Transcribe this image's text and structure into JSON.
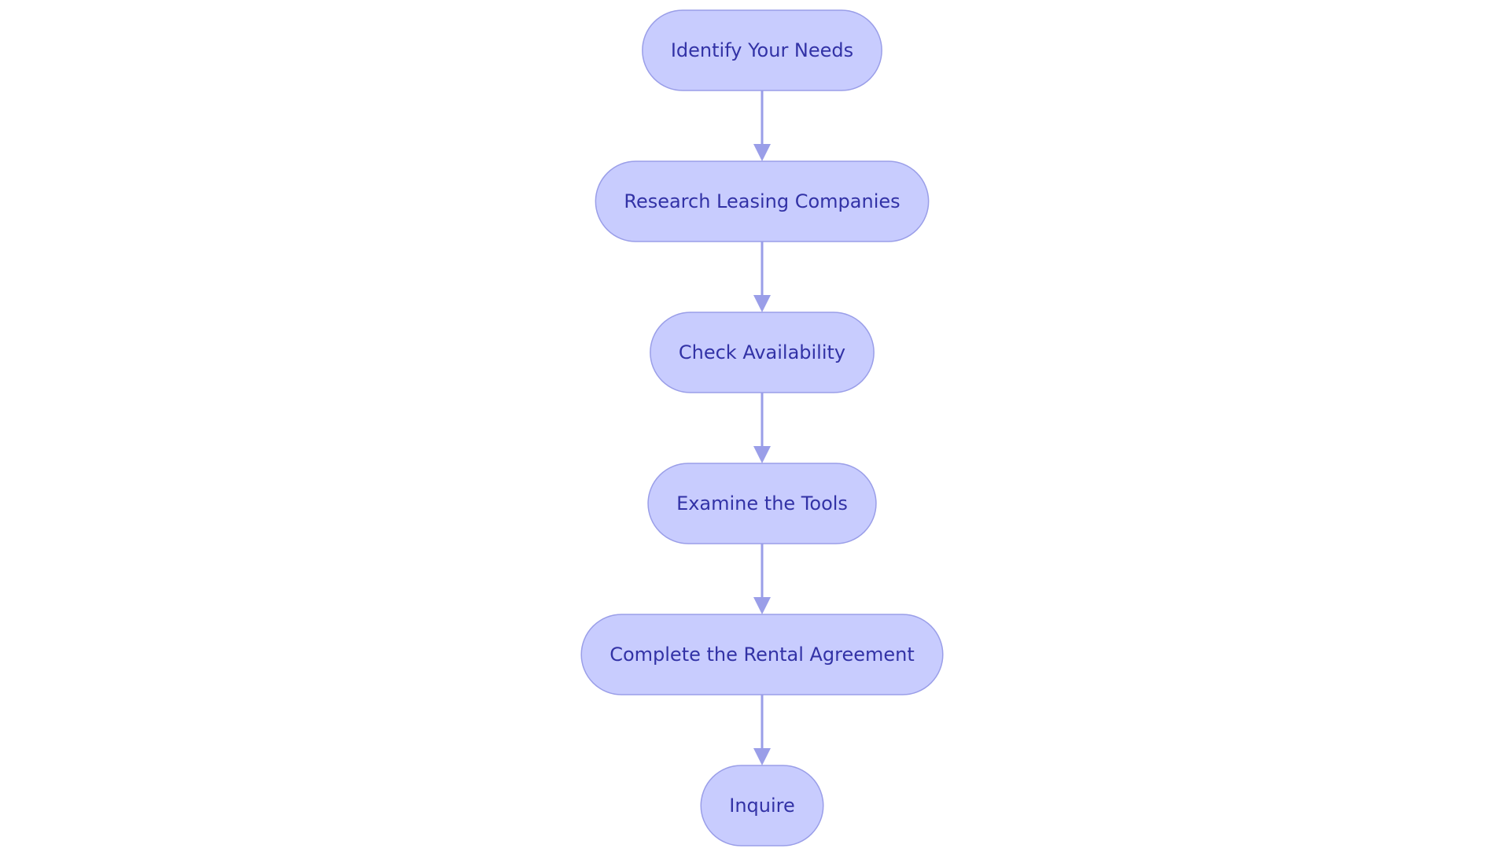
{
  "diagram": {
    "type": "flowchart",
    "direction": "top-to-bottom",
    "node_fill": "#c8ccfe",
    "node_stroke": "#9a9ee8",
    "text_color": "#3232a6",
    "edge_color": "#9a9ee8",
    "nodes": [
      {
        "id": "identify",
        "label": "Identify Your Needs"
      },
      {
        "id": "research",
        "label": "Research Leasing Companies"
      },
      {
        "id": "availability",
        "label": "Check Availability"
      },
      {
        "id": "examine",
        "label": "Examine the Tools"
      },
      {
        "id": "agreement",
        "label": "Complete the Rental Agreement"
      },
      {
        "id": "inquire",
        "label": "Inquire"
      }
    ],
    "edges": [
      {
        "from": "identify",
        "to": "research"
      },
      {
        "from": "research",
        "to": "availability"
      },
      {
        "from": "availability",
        "to": "examine"
      },
      {
        "from": "examine",
        "to": "agreement"
      },
      {
        "from": "agreement",
        "to": "inquire"
      }
    ]
  }
}
